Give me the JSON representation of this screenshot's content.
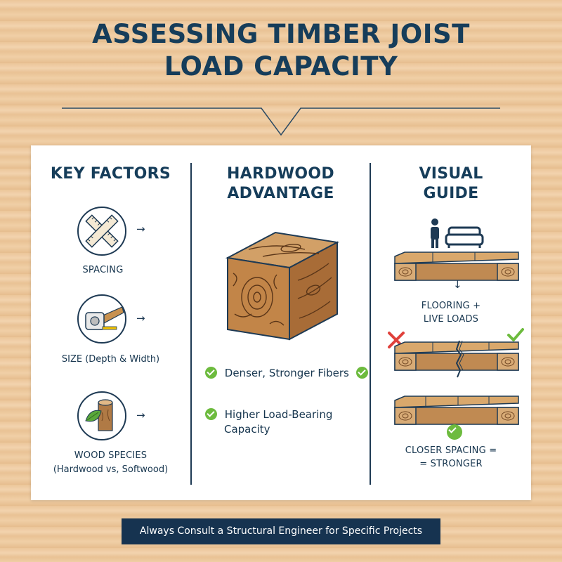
{
  "title": {
    "line1": "ASSESSING TIMBER JOIST",
    "line2": "LOAD CAPACITY"
  },
  "columns": {
    "key_factors": {
      "heading": "KEY FACTORS",
      "items": [
        {
          "label": "SPACING",
          "icon": "spacing-cross-icon"
        },
        {
          "label": "SIZE (Depth & Width)",
          "icon": "tape-measure-icon"
        },
        {
          "label_line1": "WOOD SPECIES",
          "label_line2": "(Hardwood vs, Softwood)",
          "icon": "log-leaf-icon"
        }
      ],
      "arrow": "→"
    },
    "hardwood": {
      "heading_line1": "HARDWOOD",
      "heading_line2": "ADVANTAGE",
      "benefits": [
        {
          "text": "Denser, Stronger Fibers"
        },
        {
          "text_line1": "Higher Load-Bearing",
          "text_line2": "Capacity"
        }
      ]
    },
    "visual_guide": {
      "heading_line1": "VISUAL",
      "heading_line2": "GUIDE",
      "load_label_line1": "FLOORING +",
      "load_label_line2": "LIVE LOADS",
      "result_line1": "CLOSER SPACING =",
      "result_line2": "= STRONGER",
      "arrow": "↓"
    }
  },
  "footer": {
    "text": "Always Consult a Structural Engineer for Specific Projects"
  },
  "colors": {
    "navy": "#163d5a",
    "check_green": "#6dbb3e",
    "cross_red": "#e0413b",
    "wood": "#b07a45"
  }
}
